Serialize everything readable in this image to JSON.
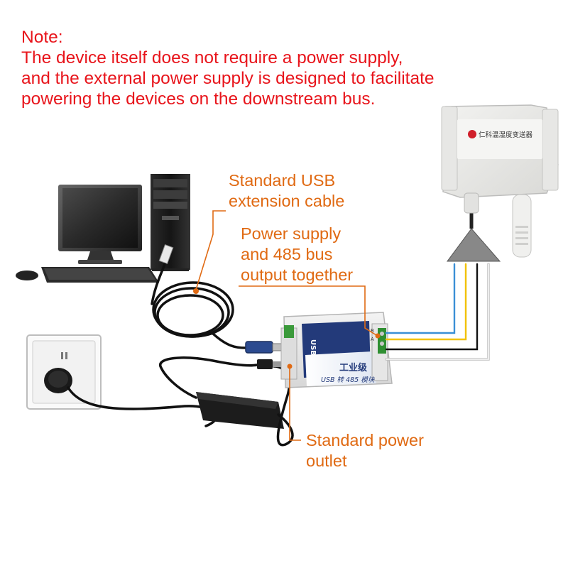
{
  "note": {
    "heading": "Note:",
    "line1": "The device itself does not require a power supply,",
    "line2": "and the external power supply is designed to facilitate",
    "line3": "powering the devices on the downstream bus."
  },
  "callouts": {
    "usb_cable_line1": "Standard USB",
    "usb_cable_line2": "extension cable",
    "bus_line1": "Power supply",
    "bus_line2": "and 485 bus",
    "bus_line3": "output together",
    "outlet_line1": "Standard power",
    "outlet_line2": "outlet"
  },
  "sensor": {
    "label": "仁科温湿度变送器"
  },
  "converter": {
    "usb_label": "USB",
    "grade_label": "工业级",
    "model_label": "USB 转 485 模块",
    "terminal_b": "B",
    "terminal_a": "A"
  },
  "colors": {
    "note_text": "#e8141b",
    "callout_text": "#e06a13",
    "wire_blue": "#3a8fd6",
    "wire_yellow": "#f2c200",
    "wire_black": "#111111",
    "wire_white": "#f4f4f4"
  }
}
